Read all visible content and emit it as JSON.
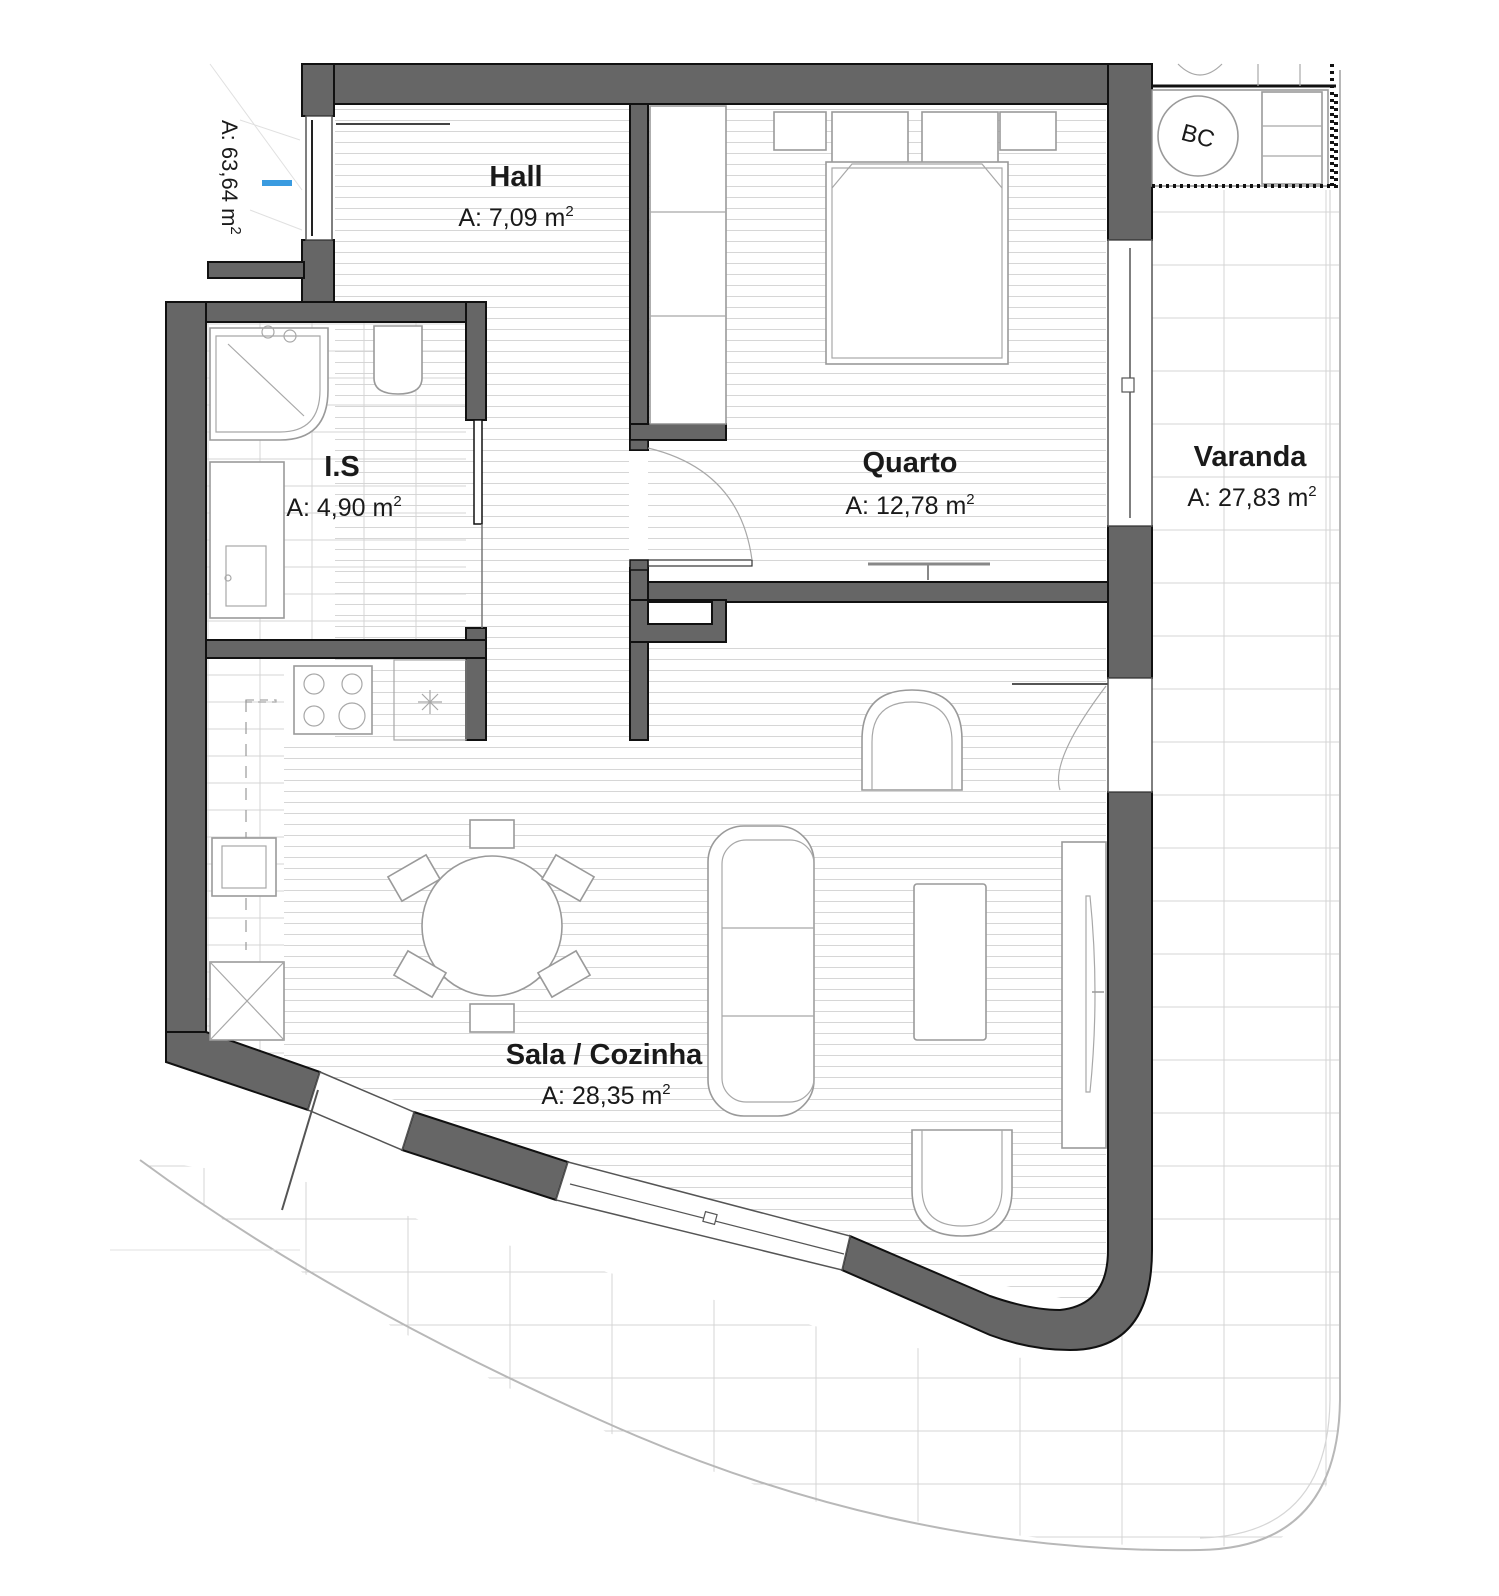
{
  "plan": {
    "total_area": {
      "label": "A: 63,64 m",
      "exp": "2"
    },
    "rooms": [
      {
        "id": "hall",
        "name": "Hall",
        "area": "A: 7,09 m",
        "exp": "2"
      },
      {
        "id": "is",
        "name": "I.S",
        "area": "A: 4,90 m",
        "exp": "2"
      },
      {
        "id": "quarto",
        "name": "Quarto",
        "area": "A: 12,78 m",
        "exp": "2"
      },
      {
        "id": "varanda",
        "name": "Varanda",
        "area": "A: 27,83 m",
        "exp": "2"
      },
      {
        "id": "sala",
        "name": "Sala / Cozinha",
        "area": "A: 28,35 m",
        "exp": "2"
      }
    ],
    "fixtures": {
      "bc_label": "BC"
    },
    "colors": {
      "wall": "#666666",
      "accent_marker": "#3a9be0"
    }
  }
}
